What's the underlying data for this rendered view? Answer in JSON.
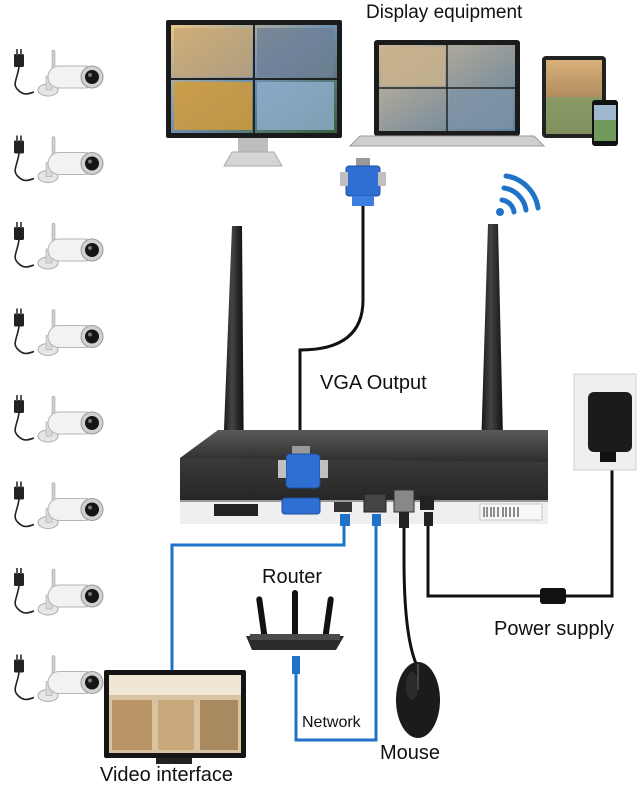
{
  "labels": {
    "display": "Display equipment",
    "vga": "VGA Output",
    "router": "Router",
    "power": "Power supply",
    "network": "Network",
    "mouse": "Mouse",
    "video": "Video interface"
  },
  "cameras": {
    "count": 8
  },
  "colors": {
    "blue_cable": "#1e73c8",
    "black_cable": "#111111",
    "nvr_body": "#2a2a2a",
    "vga_blue": "#2f6fd1",
    "wifi_blue": "#1e73c8"
  },
  "icons": [
    "wifi-icon",
    "camera-icon",
    "monitor-icon",
    "laptop-icon",
    "tablet-icon",
    "phone-icon",
    "router-icon",
    "mouse-icon",
    "power-adapter-icon",
    "vga-connector-icon"
  ]
}
